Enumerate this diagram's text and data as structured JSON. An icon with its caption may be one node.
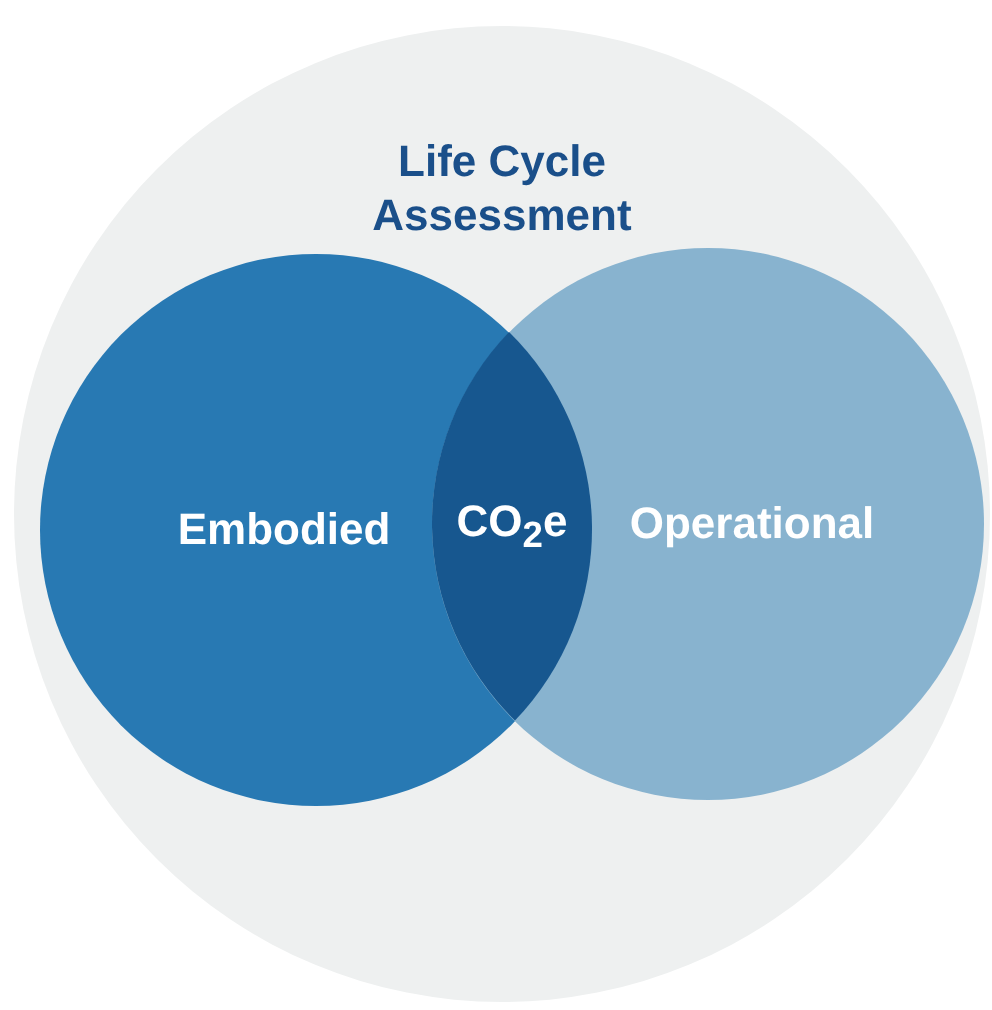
{
  "diagram": {
    "nodes": [
      {
        "text": [
          "Life Cycle Assessment"
        ]
      },
      {
        "text": [
          "Embodied"
        ],
        "in": 0
      },
      {
        "text": [
          "Operational"
        ],
        "in": 0
      },
      {
        "text": [
          "CO$_{2}$e"
        ]
      }
    ]
  }
}
